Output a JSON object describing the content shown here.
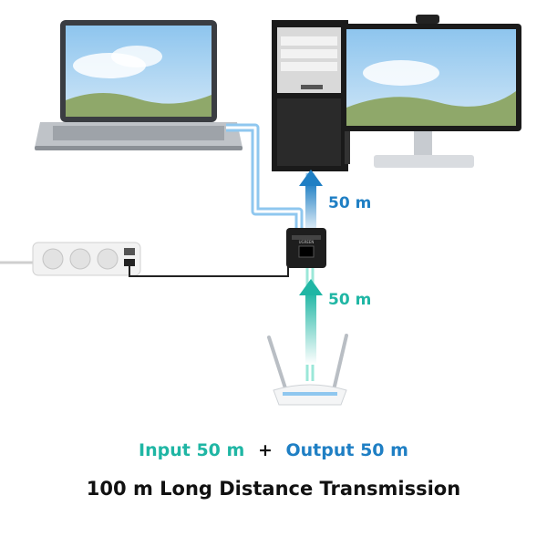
{
  "labels": {
    "output_distance": "50 m",
    "input_distance": "50 m"
  },
  "caption": {
    "input": "Input 50 m",
    "plus": "+",
    "output": "Output 50 m",
    "headline": "100 m Long Distance Transmission"
  },
  "switch": {
    "brand_text": "UGREEN"
  },
  "colors": {
    "output": "#1f7fc4",
    "input": "#1fb6a4",
    "cable_out": "#8fc7ef",
    "cable_in": "#9be7d8",
    "text": "#111111"
  }
}
